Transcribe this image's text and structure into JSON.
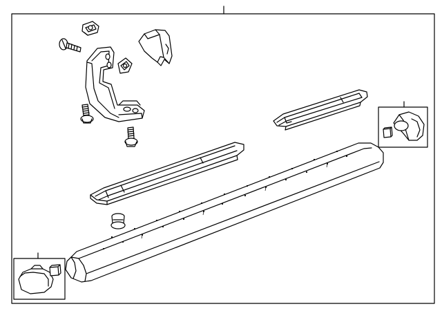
{
  "diagram": {
    "parts": [
      "callout-line",
      "frame",
      "clip-nut",
      "screw",
      "mounting-bracket",
      "clip-nut-small",
      "bracket-cover",
      "bolt-upper",
      "bolt-lower",
      "step-pad-rear",
      "step-pad-front",
      "plug",
      "running-board",
      "end-cap-right",
      "end-cap-left"
    ],
    "colors": {
      "line": "#000000",
      "background": "#ffffff",
      "inset": "#ffffff"
    }
  }
}
